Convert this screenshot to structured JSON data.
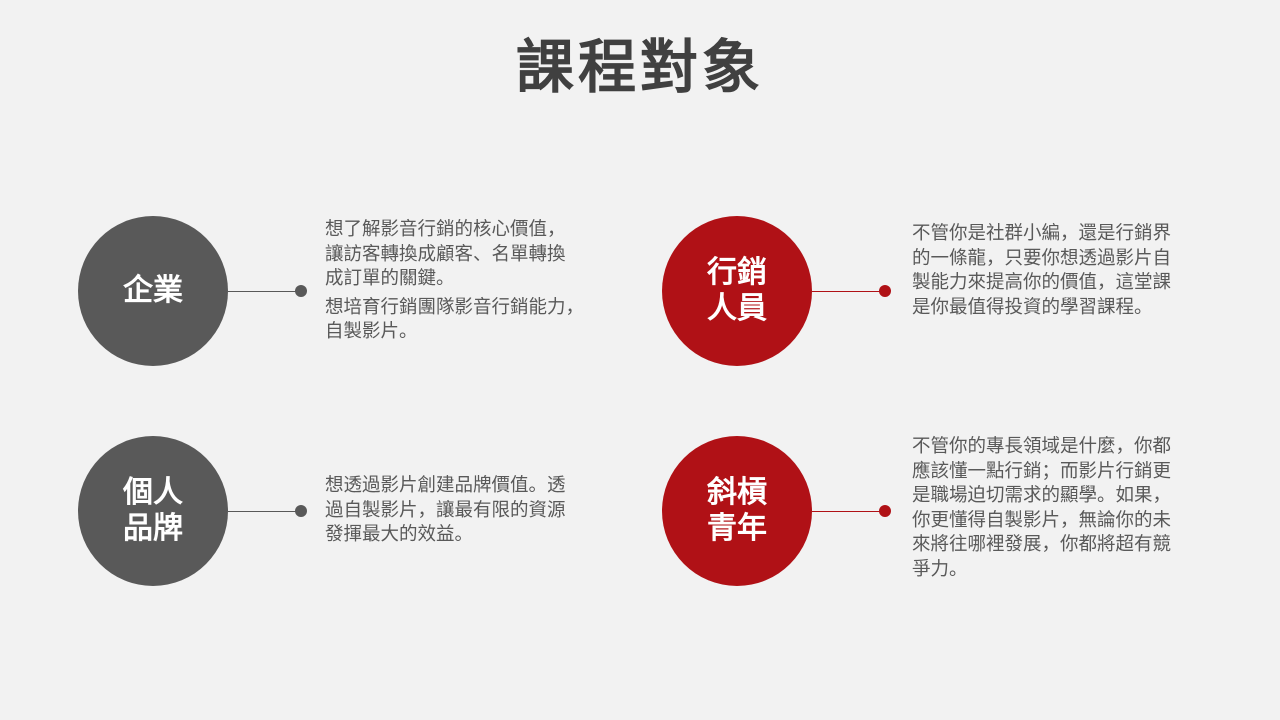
{
  "title": "課程對象",
  "colors": {
    "gray": "#595959",
    "red": "#b01116"
  },
  "items": [
    {
      "label": [
        "企業"
      ],
      "paragraphs": [
        [
          "想了解影音行銷的核心價值，",
          "讓訪客轉換成顧客、名單轉換",
          "成訂單的關鍵。"
        ],
        [
          "想培育行銷團隊影音行銷能力，",
          "自製影片。"
        ]
      ]
    },
    {
      "label": [
        "行銷",
        "人員"
      ],
      "paragraphs": [
        [
          "不管你是社群小編，還是行銷界",
          "的一條龍，只要你想透過影片自",
          "製能力來提高你的價值，這堂課",
          "是你最值得投資的學習課程。"
        ]
      ]
    },
    {
      "label": [
        "個人",
        "品牌"
      ],
      "paragraphs": [
        [
          "想透過影片創建品牌價值。透",
          "過自製影片，讓最有限的資源",
          "發揮最大的效益。"
        ]
      ]
    },
    {
      "label": [
        "斜槓",
        "青年"
      ],
      "paragraphs": [
        [
          "不管你的專長領域是什麼，你都",
          "應該懂一點行銷；而影片行銷更",
          "是職場迫切需求的顯學。如果，",
          "你更懂得自製影片，無論你的未",
          "來將往哪裡發展，你都將超有競",
          "爭力。"
        ]
      ]
    }
  ]
}
